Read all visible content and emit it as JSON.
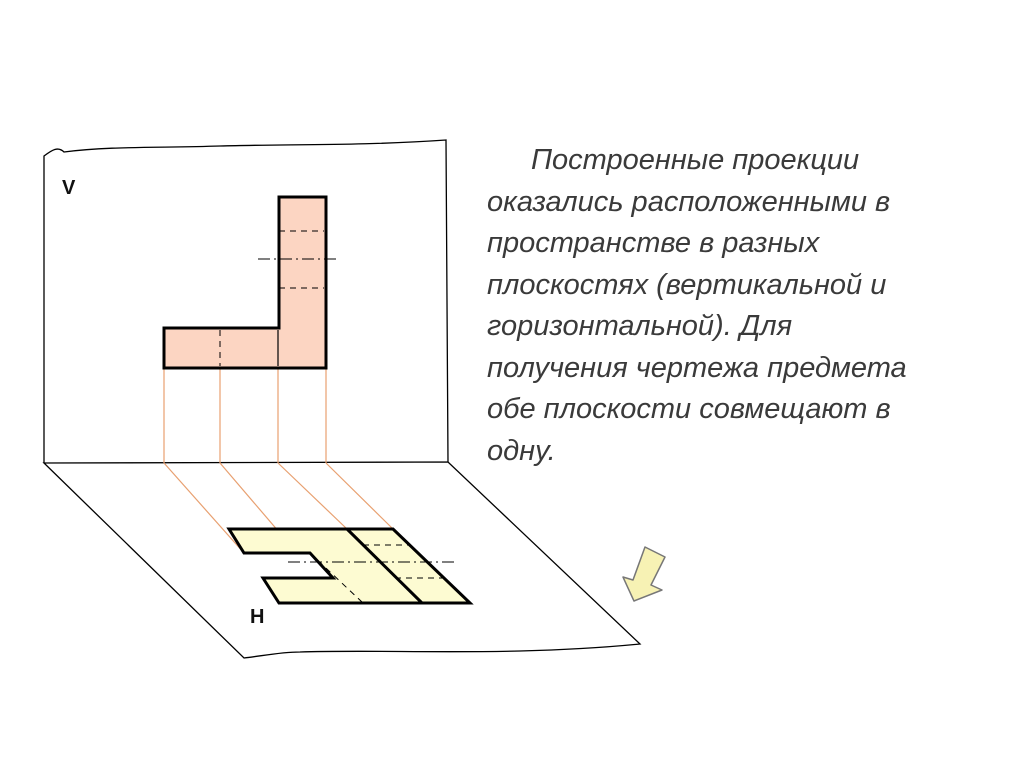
{
  "labels": {
    "vertical_plane": "V",
    "horizontal_plane": "H"
  },
  "caption_lines": [
    "Построенные проекции",
    "оказались расположенными в",
    "пространстве в разных",
    "плоскостях (вертикальной и",
    "горизонтальной). Для",
    "получения чертежа предмета",
    "обе плоскости совмещают в",
    "одну."
  ],
  "colors": {
    "front_view_fill": "#fcd5c2",
    "top_view_fill": "#fdfbd2",
    "projection_line": "#e8a070",
    "arrow_fill": "#f7f2b4",
    "outline": "#000000",
    "caption_text": "#3a3a3a"
  },
  "icons": {
    "rotation_arrow": "down-left-arrow-icon"
  }
}
